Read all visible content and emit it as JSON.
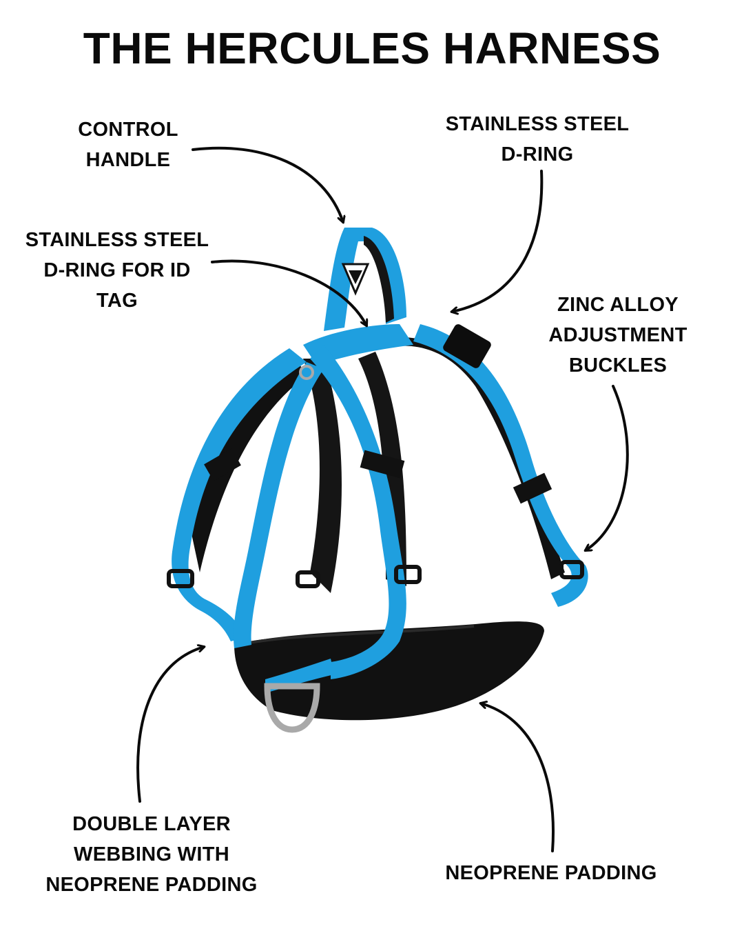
{
  "title": "THE HERCULES HARNESS",
  "callouts": {
    "control_handle": [
      "CONTROL",
      "HANDLE"
    ],
    "steel_d_ring": [
      "STAINLESS STEEL",
      "D-RING"
    ],
    "id_tag_ring": [
      "STAINLESS STEEL",
      "D-RING FOR ID",
      "TAG"
    ],
    "zinc_buckles": [
      "ZINC ALLOY",
      "ADJUSTMENT",
      "BUCKLES"
    ],
    "double_layer": [
      "DOUBLE LAYER",
      "WEBBING WITH",
      "NEOPRENE PADDING"
    ],
    "neoprene": [
      "NEOPRENE PADDING"
    ]
  },
  "colors": {
    "webbing": "#1f9fdf",
    "webbing_dark": "#157fb7",
    "padding": "#111111",
    "steel": "#a9a9a9",
    "text": "#0a0a0a"
  }
}
